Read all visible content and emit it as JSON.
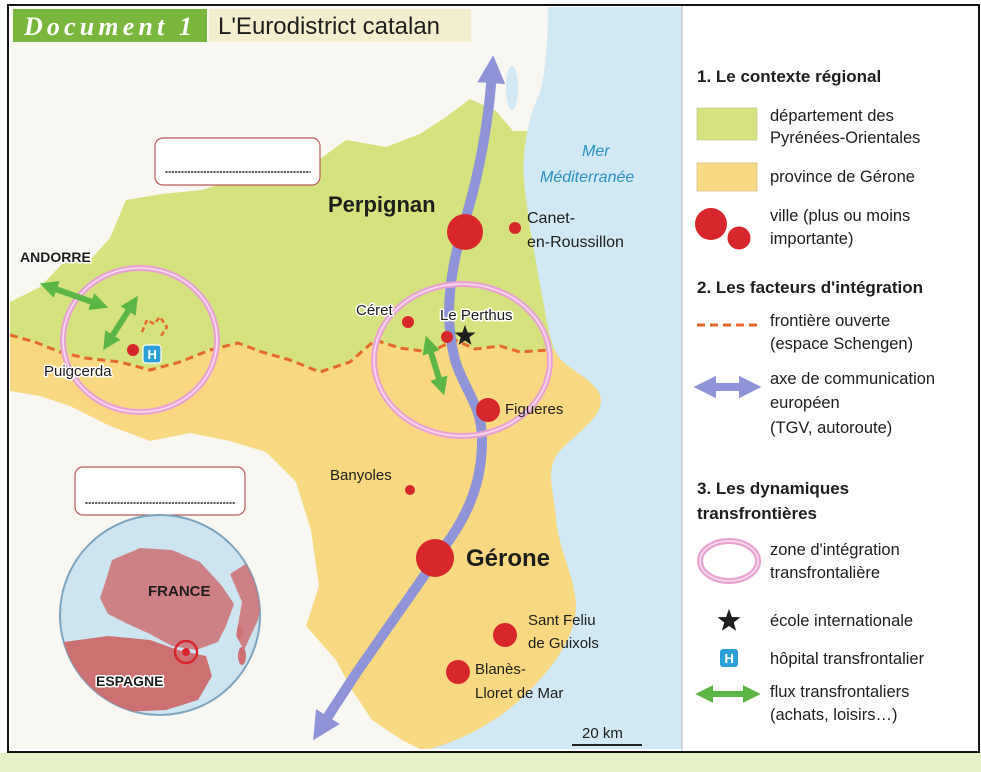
{
  "header": {
    "doc_label": "Document 1",
    "title": "L'Eurodistrict catalan"
  },
  "map": {
    "sea_label": [
      "Mer",
      "Méditerranée"
    ],
    "andorra_label": "ANDORRE",
    "cities": {
      "perpignan": "Perpignan",
      "canet": [
        "Canet-",
        "en-Roussillon"
      ],
      "ceret": "Céret",
      "le_perthus": "Le Perthus",
      "puigcerda": "Puigcerda",
      "figueres": "Figueres",
      "banyoles": "Banyoles",
      "gerone": "Gérone",
      "sant_feliu": [
        "Sant Feliu",
        "de Guixols"
      ],
      "blanes": [
        "Blanès-",
        "Lloret de Mar"
      ]
    },
    "hospital_symbol": "H",
    "scale": "20 km",
    "inset": {
      "france": "FRANCE",
      "spain": "ESPAGNE"
    }
  },
  "legend": {
    "sections": [
      {
        "title": [
          "1. Le contexte régional"
        ],
        "items": [
          {
            "lines": [
              "département des",
              "Pyrénées-Orientales"
            ]
          },
          {
            "lines": [
              "province de Gérone"
            ]
          },
          {
            "lines": [
              "ville (plus ou moins",
              "importante)"
            ]
          }
        ]
      },
      {
        "title": [
          "2. Les facteurs d'intégration"
        ],
        "items": [
          {
            "lines": [
              "frontière ouverte",
              "(espace Schengen)"
            ]
          },
          {
            "lines": [
              "axe de communication",
              "européen",
              "(TGV, autoroute)"
            ]
          }
        ]
      },
      {
        "title": [
          "3. Les dynamiques",
          "transfrontières"
        ],
        "items": [
          {
            "lines": [
              "zone d'intégration",
              "transfrontalière"
            ]
          },
          {
            "lines": [
              "école internationale"
            ]
          },
          {
            "lines": [
              "hôpital transfrontalier"
            ]
          },
          {
            "lines": [
              "flux transfrontaliers",
              "(achats, loisirs…)"
            ]
          }
        ]
      }
    ]
  },
  "symbols": {
    "school": "star-icon",
    "hospital": "hospital-icon",
    "city": "red-circle-icon",
    "axis": "double-arrow-icon",
    "flux": "double-arrow-icon"
  },
  "colors": {
    "header_green": "#79b63c",
    "title_bg": "#f3eecd",
    "land": "#f8f7f1",
    "sea": "#d0e9f4",
    "pyrenees": "#d6e27d",
    "gerone": "#f8d880",
    "city": "#d8262d",
    "border": "#e4692a",
    "axis": "#8f93d8",
    "zone": "#e9a3d2",
    "flux": "#5cb646",
    "hospital": "#2b9fd8",
    "inset_sea": "#cde5f1",
    "inset_land": "#cd7071",
    "sea_text": "#2a8fc2",
    "frame": "#141414",
    "footer": "#e7f3c6"
  }
}
